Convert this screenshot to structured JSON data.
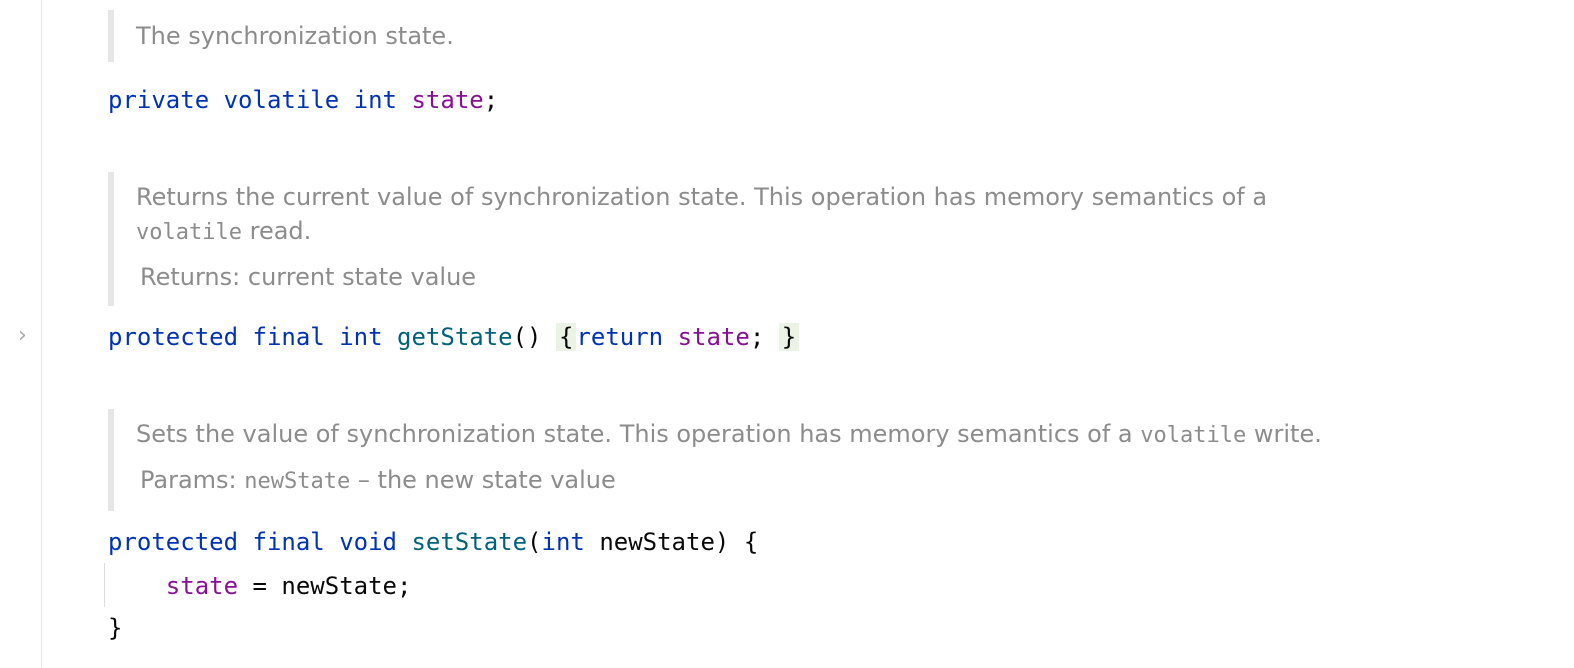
{
  "docs": {
    "state": {
      "description": "The synchronization state."
    },
    "getState": {
      "description": "Returns the current value of synchronization state. This operation has memory semantics of a",
      "code": "volatile",
      "description_end": "read.",
      "returns_label": "Returns:",
      "returns_text": "current state value"
    },
    "setState": {
      "description": "Sets the value of synchronization state. This operation has memory semantics of a",
      "code": "volatile",
      "description_end": "write.",
      "params_label": "Params:",
      "param_name": "newState",
      "param_text": "– the new state value"
    }
  },
  "code": {
    "field": {
      "kw1": "private",
      "kw2": "volatile",
      "type": "int",
      "name": "state",
      "semi": ";"
    },
    "getState": {
      "kw1": "protected",
      "kw2": "final",
      "type": "int",
      "name": "getState",
      "parens": "()",
      "open_brace": "{",
      "ret": "return",
      "field": "state",
      "semi": ";",
      "close_brace": "}"
    },
    "setState": {
      "kw1": "protected",
      "kw2": "final",
      "type": "void",
      "name": "setState",
      "open_paren": "(",
      "param_type": "int",
      "param_name": "newState",
      "close_paren": ")",
      "open_brace": "{",
      "body_field": "state",
      "body_op": "=",
      "body_value": "newState",
      "body_semi": ";",
      "close_brace": "}"
    }
  },
  "gutter": {
    "fold_icon": "chevron-right-icon",
    "fold_glyph": "›"
  },
  "colors": {
    "keyword": "#0033b3",
    "field": "#871094",
    "method": "#00627a",
    "doc_text": "#8c8c8c"
  }
}
